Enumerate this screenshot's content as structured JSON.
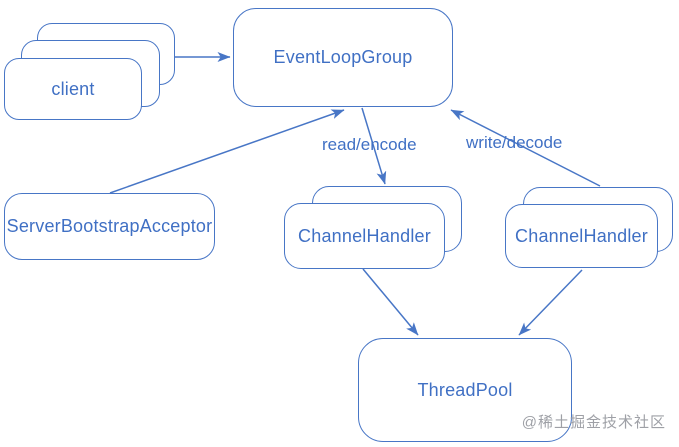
{
  "colors": {
    "accent_blue": "#4876C6",
    "text_blue": "#4070C4",
    "watermark_gray": "#9EA0A6",
    "background": "#FFFFFF"
  },
  "nodes": {
    "client": {
      "label": "client",
      "stacked_count": 3
    },
    "event_loop_group": {
      "label": "EventLoopGroup"
    },
    "server_bootstrap_acceptor": {
      "label": "ServerBootstrapAcceptor"
    },
    "channel_handler_read": {
      "label": "ChannelHandler",
      "stacked_count": 2
    },
    "channel_handler_write": {
      "label": "ChannelHandler",
      "stacked_count": 2
    },
    "thread_pool": {
      "label": "ThreadPool"
    }
  },
  "edges": [
    {
      "from": "client",
      "to": "event_loop_group",
      "label": ""
    },
    {
      "from": "server_bootstrap_acceptor",
      "to": "event_loop_group",
      "label": ""
    },
    {
      "from": "event_loop_group",
      "to": "channel_handler_read",
      "label": "read/encode"
    },
    {
      "from": "channel_handler_write",
      "to": "event_loop_group",
      "label": "write/decode"
    },
    {
      "from": "channel_handler_read",
      "to": "thread_pool",
      "label": ""
    },
    {
      "from": "channel_handler_write",
      "to": "thread_pool",
      "label": ""
    }
  ],
  "watermark": "@稀土掘金技术社区"
}
